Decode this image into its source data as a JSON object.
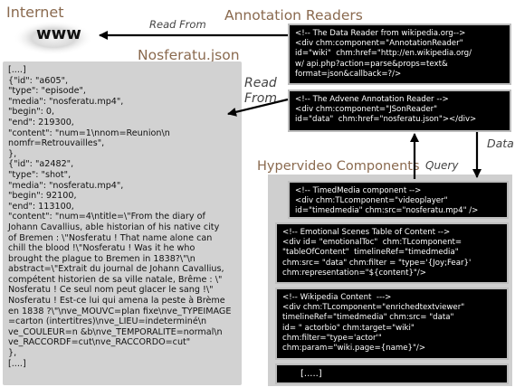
{
  "labels": {
    "internet": "Internet",
    "www": "www",
    "read_from_top": "Read From",
    "annotation_readers": "Annotation Readers",
    "nosferatu_json": "Nosferatu.json",
    "read_from_mid_1": "Read",
    "read_from_mid_2": "From",
    "data": "Data",
    "hypervideo_components": "Hypervideo Components",
    "query": "Query"
  },
  "json_lines": [
    "[....]",
    "{\"id\": \"a605\",",
    "\"type\": \"episode\",",
    "\"media\": \"nosferatu.mp4\",",
    "\"begin\": 0,",
    "\"end\": 219300,",
    "\"content\": \"num=1\\nnom=Reunion\\n",
    "nomfr=Retrouvailles\",",
    "},",
    "{\"id\": \"a2482\",",
    "\"type\": \"shot\",",
    "\"media\": \"nosferatu.mp4\",",
    "\"begin\": 92100,",
    "\"end\": 113100,",
    "\"content\": \"num=4\\ntitle=\\\"From the diary of",
    "Johann Cavallius, able historian of his native city",
    "of Bremen : \\\"Nosferatu ! That name alone can",
    "chill the blood !\\\"Nosferatu ! Was it he who",
    "brought the plague to Bremen in 1838?\\\"\\n",
    "abstract=\\\"Extrait du journal de Johann Cavallius,",
    "compétent historien de sa ville natale, Brême : \\\"",
    "Nosferatu ! Ce seul nom peut glacer le sang !\\\"",
    "Nosferatu ! Est-ce lui qui amena la peste à Brème",
    "en 1838 ?\\\"\\nve_MOUVC=plan fixe\\nve_TYPEIMAGE",
    "=carton (intertitres)\\nve_LIEU=indeterminé\\n",
    "ve_COULEUR=n &b\\nve_TEMPORALITE=normal\\n",
    "ve_RACCORDF=cut\\nve_RACCORDO=cut\"",
    "},",
    "[....]"
  ],
  "boxes": {
    "wiki_reader": [
      "<!-- The Data Reader from wikipedia.org-->",
      "<div chm:component=\"AnnotationReader\"",
      "id=\"wiki\"  chm:href=\"http://en.wikipedia.org/",
      "w/ api.php?action=parse&props=text&",
      "format=json&callback=?/>"
    ],
    "advene_reader": [
      "<!-- The Advene Annotation Reader -->",
      "<div chm:component=\"JSonReader\"",
      "id=\"data\"  chm:href=\"nosferatu.json\"></div>"
    ],
    "timed_media": [
      "<!-- TimedMedia component -->",
      "<div chm:TLcomponent=\"videoplayer\"",
      "id=\"timedmedia\" chm:src=\"nosferatu.mp4\" />"
    ],
    "emotional_toc": [
      "<!-- Emotional Scenes Table of Content -->",
      "<div id= \"emotionalToc\"  chm:TLcomponent=",
      "\"tableOfContent\"  timelineRef=\"timedmedia\"",
      "chm:src= \"data\" chm:filter = \"type='{Joy;Fear}'",
      "chm:representation=\"${content}\"/>"
    ],
    "wikipedia_content": [
      "<!-- Wikipedia Content  --->",
      "<div chm:TLcomponent=\"enrichedtextviewer\"",
      "timelineRef=\"timedmedia\" chm:src= \"data\"",
      "id= \" actorbio\" chm:target=\"wiki\"",
      "chm:filter=\"type='actor'\"",
      "chm:param=\"wiki.page={name}\"/>"
    ],
    "ellipsis": [
      "[.....]"
    ]
  },
  "colors": {
    "heading": "#8a6a4f",
    "panel_gray": "#d2d2d2",
    "box_black": "#000000",
    "arrow": "#000000"
  }
}
